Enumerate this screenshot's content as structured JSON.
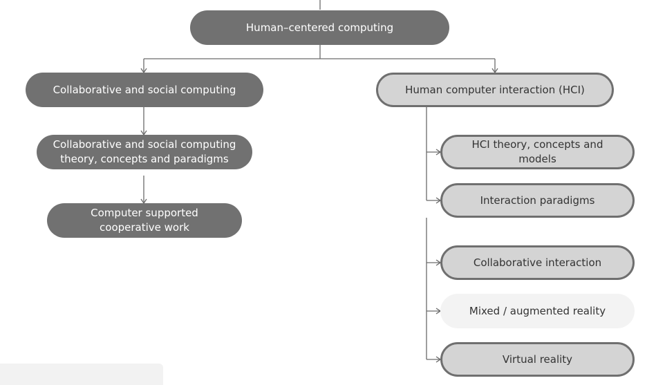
{
  "nodes": {
    "root": "Human–centered computing",
    "collab": "Collaborative and social computing",
    "collab_theory": "Collaborative and social computing theory, concepts and paradigms",
    "cscw": "Computer supported cooperative work",
    "hci": "Human computer interaction (HCI)",
    "hci_theory": "HCI theory, concepts and models",
    "interaction_paradigms": "Interaction paradigms",
    "collab_interaction": "Collaborative interaction",
    "mixed_reality": "Mixed / augmented reality",
    "virtual_reality": "Virtual reality"
  },
  "colors": {
    "dark_node": "#717171",
    "light_node": "#d4d4d4",
    "pale_node": "#f3f3f3",
    "border": "#6f6f6f",
    "connector": "#6a6a6a"
  }
}
